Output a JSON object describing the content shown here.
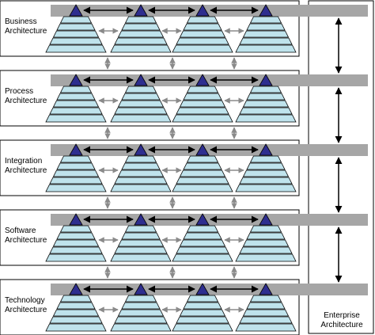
{
  "layers": [
    {
      "label_line1": "Business",
      "label_line2": "Architecture"
    },
    {
      "label_line1": "Process",
      "label_line2": "Architecture"
    },
    {
      "label_line1": "Integration",
      "label_line2": "Architecture"
    },
    {
      "label_line1": "Software",
      "label_line2": "Architecture"
    },
    {
      "label_line1": "Technology",
      "label_line2": "Architecture"
    }
  ],
  "enterprise": {
    "label_line1": "Enterprise",
    "label_line2": "Architecture"
  },
  "pyramids_per_layer": 4,
  "colors": {
    "bar": "#a6a6a6",
    "apex": "#2e2e8f",
    "tier": "#bfe3ec",
    "outline": "#000000",
    "small_arrow": "#8a8a8a",
    "big_arrow": "#000000"
  }
}
